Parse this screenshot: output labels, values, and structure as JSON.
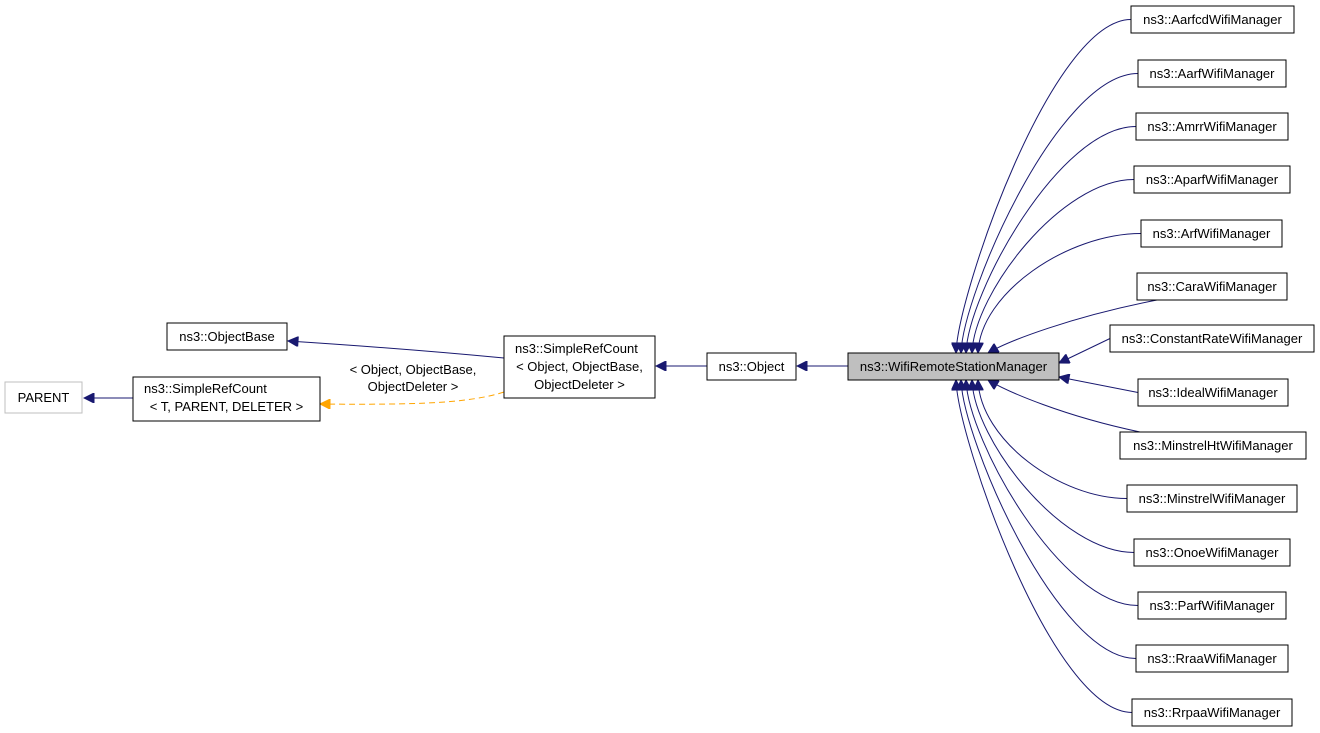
{
  "colors": {
    "edge": "#191970",
    "template_edge": "#ffa500",
    "node_border": "#000000",
    "grey_node_border": "#bfbfbf",
    "focus_fill": "#bfbfbf",
    "node_fill": "#ffffff"
  },
  "nodes": {
    "parent": "PARENT",
    "simple_ref_count_generic": [
      "ns3::SimpleRefCount",
      "< T, PARENT, DELETER >"
    ],
    "object_base": "ns3::ObjectBase",
    "simple_ref_count_object": [
      "ns3::SimpleRefCount",
      "< Object, ObjectBase,",
      "ObjectDeleter >"
    ],
    "object": "ns3::Object",
    "wifi_remote_station_manager": "ns3::WifiRemoteStationManager"
  },
  "template_edge_label": [
    "< Object, ObjectBase,",
    "ObjectDeleter >"
  ],
  "subclasses": [
    "ns3::AarfcdWifiManager",
    "ns3::AarfWifiManager",
    "ns3::AmrrWifiManager",
    "ns3::AparfWifiManager",
    "ns3::ArfWifiManager",
    "ns3::CaraWifiManager",
    "ns3::ConstantRateWifiManager",
    "ns3::IdealWifiManager",
    "ns3::MinstrelHtWifiManager",
    "ns3::MinstrelWifiManager",
    "ns3::OnoeWifiManager",
    "ns3::ParfWifiManager",
    "ns3::RraaWifiManager",
    "ns3::RrpaaWifiManager"
  ]
}
